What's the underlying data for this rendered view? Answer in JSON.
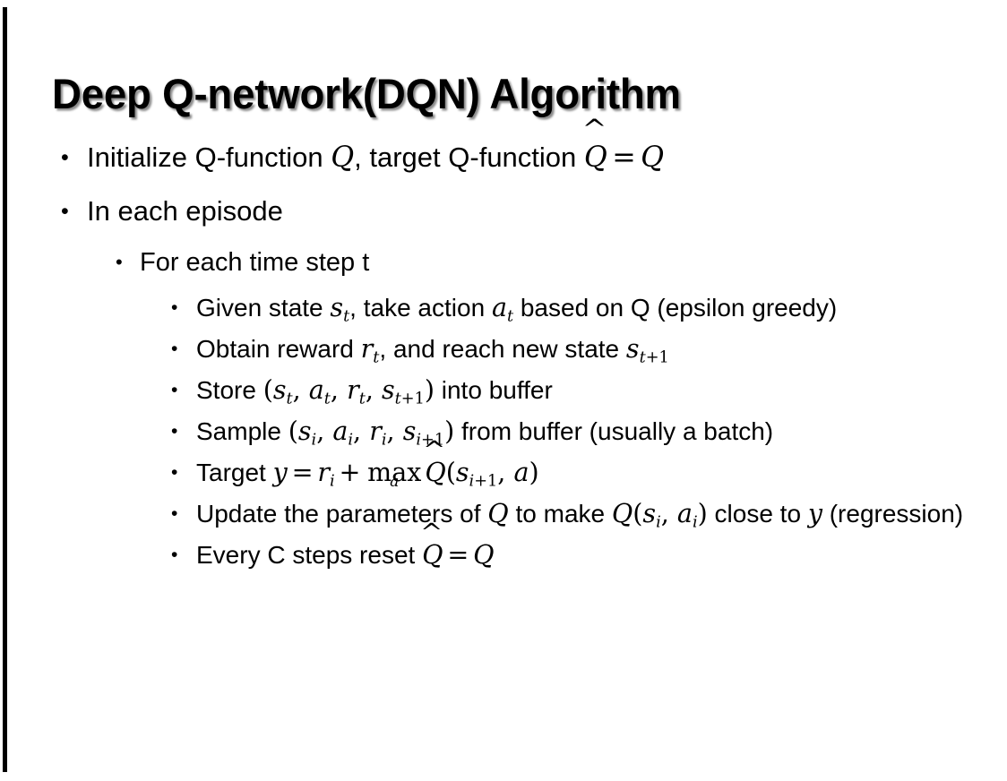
{
  "slide": {
    "title": "Deep Q-network(DQN) Algorithm",
    "background_color": "#ffffff",
    "text_color": "#000000",
    "accent_bar_color": "#000000",
    "bullet_marker": "•"
  },
  "content": {
    "l1_initialize": {
      "prefix": "Initialize Q-function ",
      "var_q1": "Q",
      "mid": ", target Q-function ",
      "hat_q": "Q",
      "equals": "=",
      "var_q2": "Q"
    },
    "l1_episode": {
      "text": "In each episode"
    },
    "l2_timestep": {
      "text": "For each time step t"
    },
    "l3_given": {
      "prefix": "Given state ",
      "state_sym": "s",
      "state_sub": "t",
      "mid": ", take action ",
      "action_sym": "a",
      "action_sub": "t",
      "suffix": " based on Q (epsilon greedy)"
    },
    "l3_obtain": {
      "prefix": "Obtain reward ",
      "reward_sym": "r",
      "reward_sub": "t",
      "mid": ", and reach new state ",
      "next_state_sym": "s",
      "next_state_sub_base": "t",
      "next_state_sub_plus": "+",
      "next_state_sub_num": "1"
    },
    "l3_store": {
      "prefix": "Store ",
      "open": "(",
      "s_sym": "s",
      "s_sub": "t",
      "sep1": ", ",
      "a_sym": "a",
      "a_sub": "t",
      "sep2": ", ",
      "r_sym": "r",
      "r_sub": "t",
      "sep3": ", ",
      "sn_sym": "s",
      "sn_sub_base": "t",
      "sn_sub_plus": "+",
      "sn_sub_num": "1",
      "close": ")",
      "suffix": " into buffer"
    },
    "l3_sample": {
      "prefix": "Sample ",
      "open": "(",
      "s_sym": "s",
      "s_sub": "i",
      "sep1": ", ",
      "a_sym": "a",
      "a_sub": "i",
      "sep2": ", ",
      "r_sym": "r",
      "r_sub": "i",
      "sep3": ", ",
      "sn_sym": "s",
      "sn_sub_base": "i",
      "sn_sub_plus": "+",
      "sn_sub_num": "1",
      "close": ")",
      "suffix": " from buffer (usually a batch)"
    },
    "l3_target": {
      "prefix": "Target ",
      "y_sym": "y",
      "equals": "=",
      "r_sym": "r",
      "r_sub": "i",
      "plus": "+",
      "max_op": "max",
      "max_sub": "a",
      "hat_q": "Q",
      "open": "(",
      "s_sym": "s",
      "s_sub_base": "i",
      "s_sub_plus": "+",
      "s_sub_num": "1",
      "sep": ", ",
      "a_sym": "a",
      "close": ")"
    },
    "l3_update": {
      "prefix": "Update the parameters of ",
      "q1": "Q",
      "mid": " to make ",
      "q2": "Q",
      "open": "(",
      "s_sym": "s",
      "s_sub": "i",
      "sep": ", ",
      "a_sym": "a",
      "a_sub": "i",
      "close": ")",
      "suffix1": " close to ",
      "y_sym": "y",
      "suffix2": " (regression)"
    },
    "l3_reset": {
      "prefix": "Every C steps reset ",
      "hat_q": "Q",
      "equals": "=",
      "q": "Q"
    }
  }
}
